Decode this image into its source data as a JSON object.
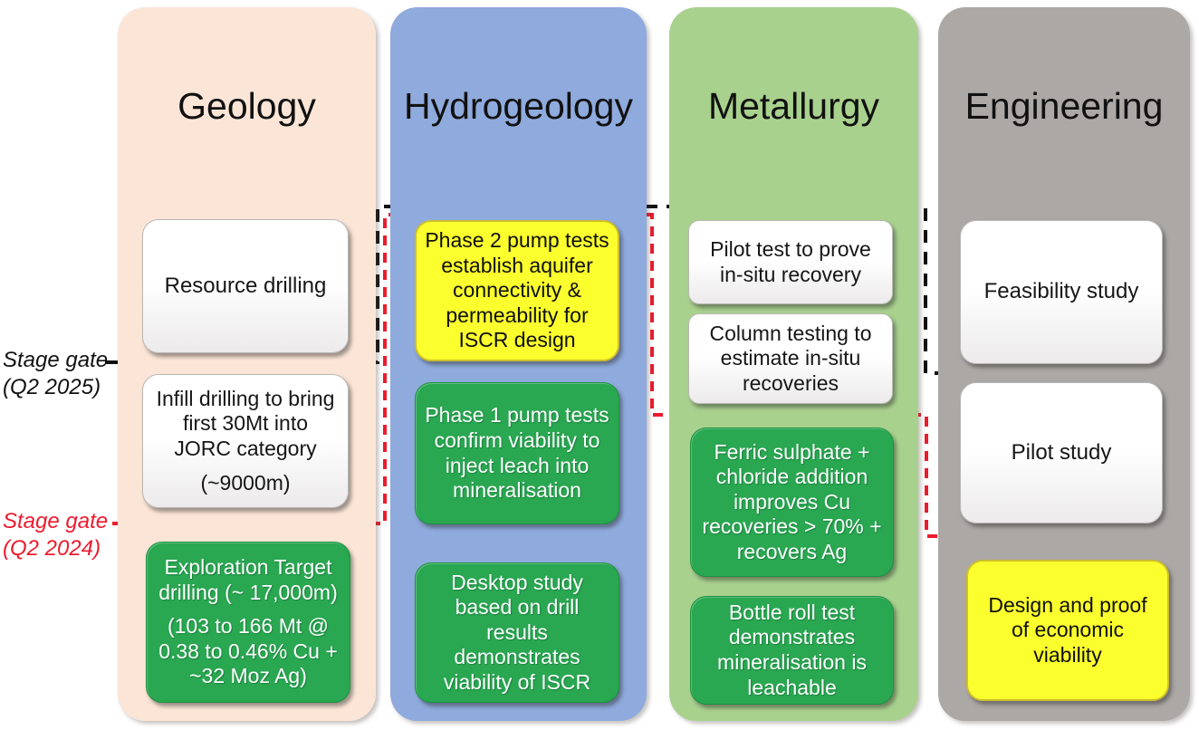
{
  "columns": [
    {
      "title": "Geology",
      "bg": "#FBE5D6",
      "cards": [
        {
          "name": "resource-drilling",
          "style": "white",
          "lines": [
            "Resource drilling"
          ]
        },
        {
          "name": "infill-drilling",
          "style": "white",
          "lines": [
            "Infill drilling to bring first 30Mt into JORC category",
            "(~9000m)"
          ]
        },
        {
          "name": "exploration-target-drilling",
          "style": "green",
          "lines": [
            "Exploration Target drilling (~ 17,000m)",
            "(103 to 166 Mt @ 0.38 to 0.46% Cu + ~32 Moz Ag)"
          ]
        }
      ]
    },
    {
      "title": "Hydrogeology",
      "bg": "#8FAADC",
      "cards": [
        {
          "name": "phase-2-pump-tests",
          "style": "yellow",
          "lines": [
            "Phase 2 pump tests establish aquifer connectivity & permeability for ISCR design"
          ]
        },
        {
          "name": "phase-1-pump-tests",
          "style": "green",
          "lines": [
            "Phase 1 pump tests confirm viability to inject leach into mineralisation"
          ]
        },
        {
          "name": "desktop-study",
          "style": "green",
          "lines": [
            "Desktop study based on drill results demonstrates viability of ISCR"
          ]
        }
      ]
    },
    {
      "title": "Metallurgy",
      "bg": "#A9D18E",
      "cards": [
        {
          "name": "pilot-test",
          "style": "white",
          "lines": [
            "Pilot test to prove in-situ recovery"
          ]
        },
        {
          "name": "column-testing",
          "style": "white",
          "lines": [
            "Column testing to estimate in-situ recoveries"
          ]
        },
        {
          "name": "ferric-sulphate",
          "style": "green",
          "lines": [
            "Ferric sulphate + chloride addition improves Cu recoveries > 70% + recovers Ag"
          ]
        },
        {
          "name": "bottle-roll-test",
          "style": "green",
          "lines": [
            "Bottle roll test demonstrates mineralisation is leachable"
          ]
        }
      ]
    },
    {
      "title": "Engineering",
      "bg": "#ACA8A5",
      "cards": [
        {
          "name": "feasibility-study",
          "style": "white",
          "lines": [
            "Feasibility study"
          ]
        },
        {
          "name": "pilot-study",
          "style": "white",
          "lines": [
            "Pilot study"
          ]
        },
        {
          "name": "design-economic-viability",
          "style": "yellow",
          "lines": [
            "Design and proof of economic viability"
          ]
        }
      ]
    }
  ],
  "stage_gates": [
    {
      "label": "Stage gate",
      "period": "(Q2 2025)",
      "color": "#111111"
    },
    {
      "label": "Stage gate",
      "period": "(Q2 2024)",
      "color": "#EC1B2E"
    }
  ],
  "palette": {
    "green_card": "#29A751",
    "yellow_card": "#FCFF2E",
    "white_card": "#FFFFFF"
  }
}
